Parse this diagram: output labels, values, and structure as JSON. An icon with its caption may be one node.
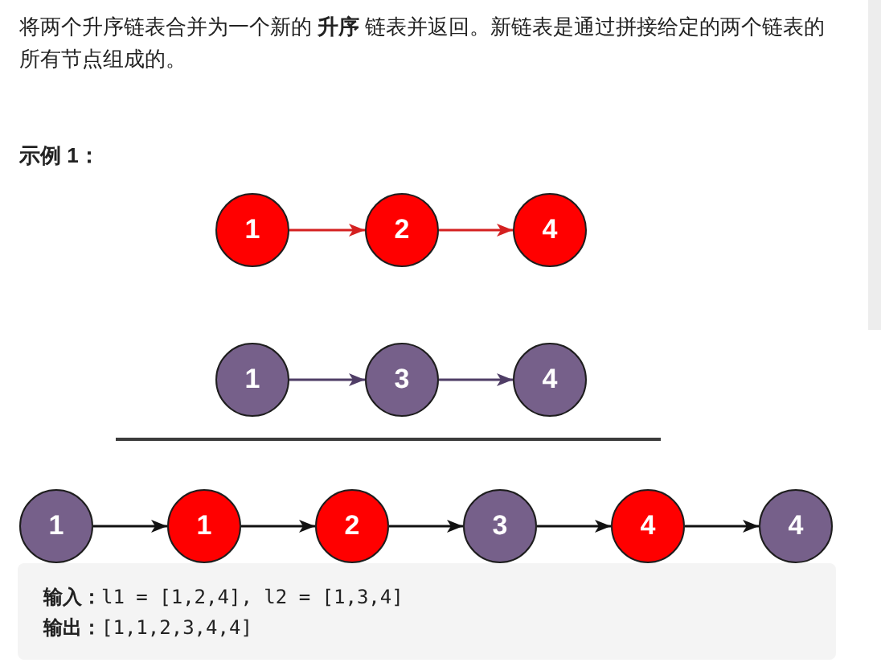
{
  "diagram": {
    "nodes": [
      {
        "text": [
          "1"
        ]
      },
      {
        "text": [
          "2"
        ]
      },
      {
        "text": [
          "4"
        ]
      },
      {
        "text": [
          "1"
        ]
      },
      {
        "text": [
          "3"
        ]
      },
      {
        "text": [
          "4"
        ]
      },
      {
        "text": [
          "1"
        ]
      },
      {
        "text": [
          "1"
        ]
      },
      {
        "text": [
          "2"
        ]
      },
      {
        "text": [
          "3"
        ]
      },
      {
        "text": [
          "4"
        ]
      },
      {
        "text": [
          "4"
        ]
      },
      {
        "text": [
          "**输入：**l1 = [1,2,4], l2 = [1,3,4]",
          "**输出：**[1,1,2,3,4,4]"
        ]
      }
    ],
    "edges": [
      {
        "from": 0,
        "to": 1,
        "arrow": "to",
        "color": "#d42020"
      },
      {
        "from": 1,
        "to": 2,
        "arrow": "to",
        "color": "#d42020"
      },
      {
        "from": 3,
        "to": 4,
        "arrow": "to",
        "color": "#4f3d66"
      },
      {
        "from": 4,
        "to": 5,
        "arrow": "to",
        "color": "#4f3d66"
      },
      {
        "from": 6,
        "to": 7,
        "arrow": "to"
      },
      {
        "from": 7,
        "to": 8,
        "arrow": "to"
      },
      {
        "from": 8,
        "to": 9,
        "arrow": "to"
      },
      {
        "from": 9,
        "to": 10,
        "arrow": "to"
      },
      {
        "from": 10,
        "to": 11,
        "arrow": "to"
      }
    ],
    "labels": [
      "将两个升序链表合并为一个新的 **升序** 链表并返回。新链表是通过拼接给定的两个链表的所有节点组成的。",
      "示例 1："
    ]
  }
}
